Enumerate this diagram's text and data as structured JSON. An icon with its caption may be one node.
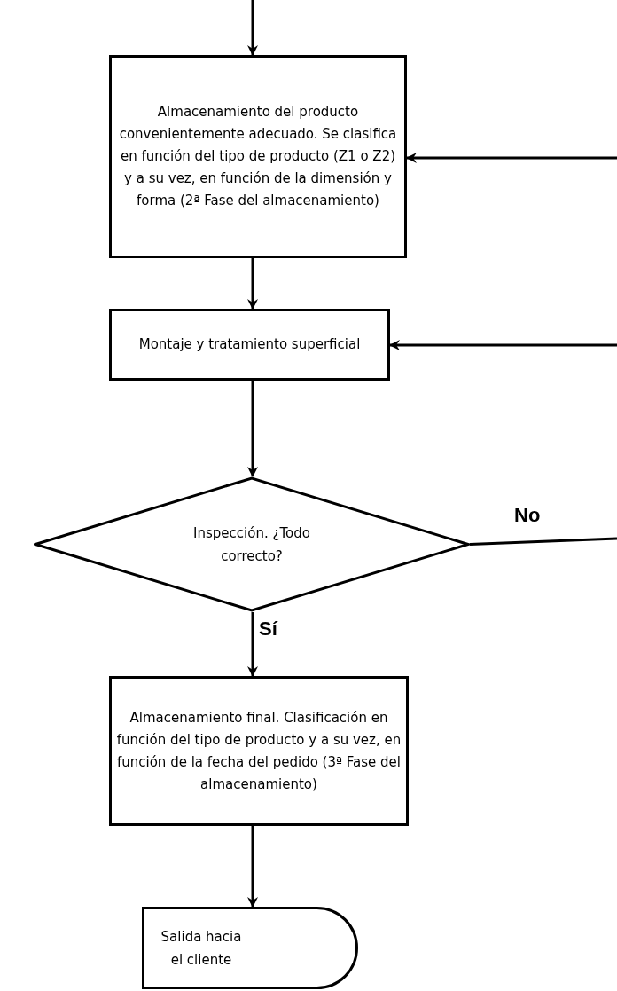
{
  "diagram": {
    "nodes": [
      {
        "text": [
          "Almacenamiento del producto convenientemente adecuado. Se clasifica en función del tipo de producto (Z1 o Z2) y a su vez, en función de la dimensión y forma (2ª Fase del almacenamiento)"
        ]
      },
      {
        "text": [
          "Montaje y tratamiento superficial"
        ]
      },
      {
        "text": [
          "Inspección. ¿Todo correcto?"
        ]
      },
      {
        "text": [
          "Almacenamiento final. Clasificación en función del tipo de producto y a su vez, en función de la fecha del pedido (3ª Fase del almacenamiento)"
        ]
      },
      {
        "text": [
          "Salida hacia el cliente"
        ]
      }
    ],
    "edges": [
      {
        "from": null,
        "to": 0,
        "arrow": "to"
      },
      {
        "from": null,
        "to": 0,
        "arrow": "to"
      },
      {
        "from": 0,
        "to": 1,
        "arrow": "to"
      },
      {
        "from": null,
        "to": 1,
        "arrow": "to"
      },
      {
        "from": 1,
        "to": 2,
        "arrow": "to"
      },
      {
        "from": 2,
        "to": null,
        "arrow": "none",
        "label": "No"
      },
      {
        "from": 2,
        "to": 3,
        "arrow": "to",
        "label": "Sí"
      },
      {
        "from": 3,
        "to": 4,
        "arrow": "to"
      }
    ]
  }
}
